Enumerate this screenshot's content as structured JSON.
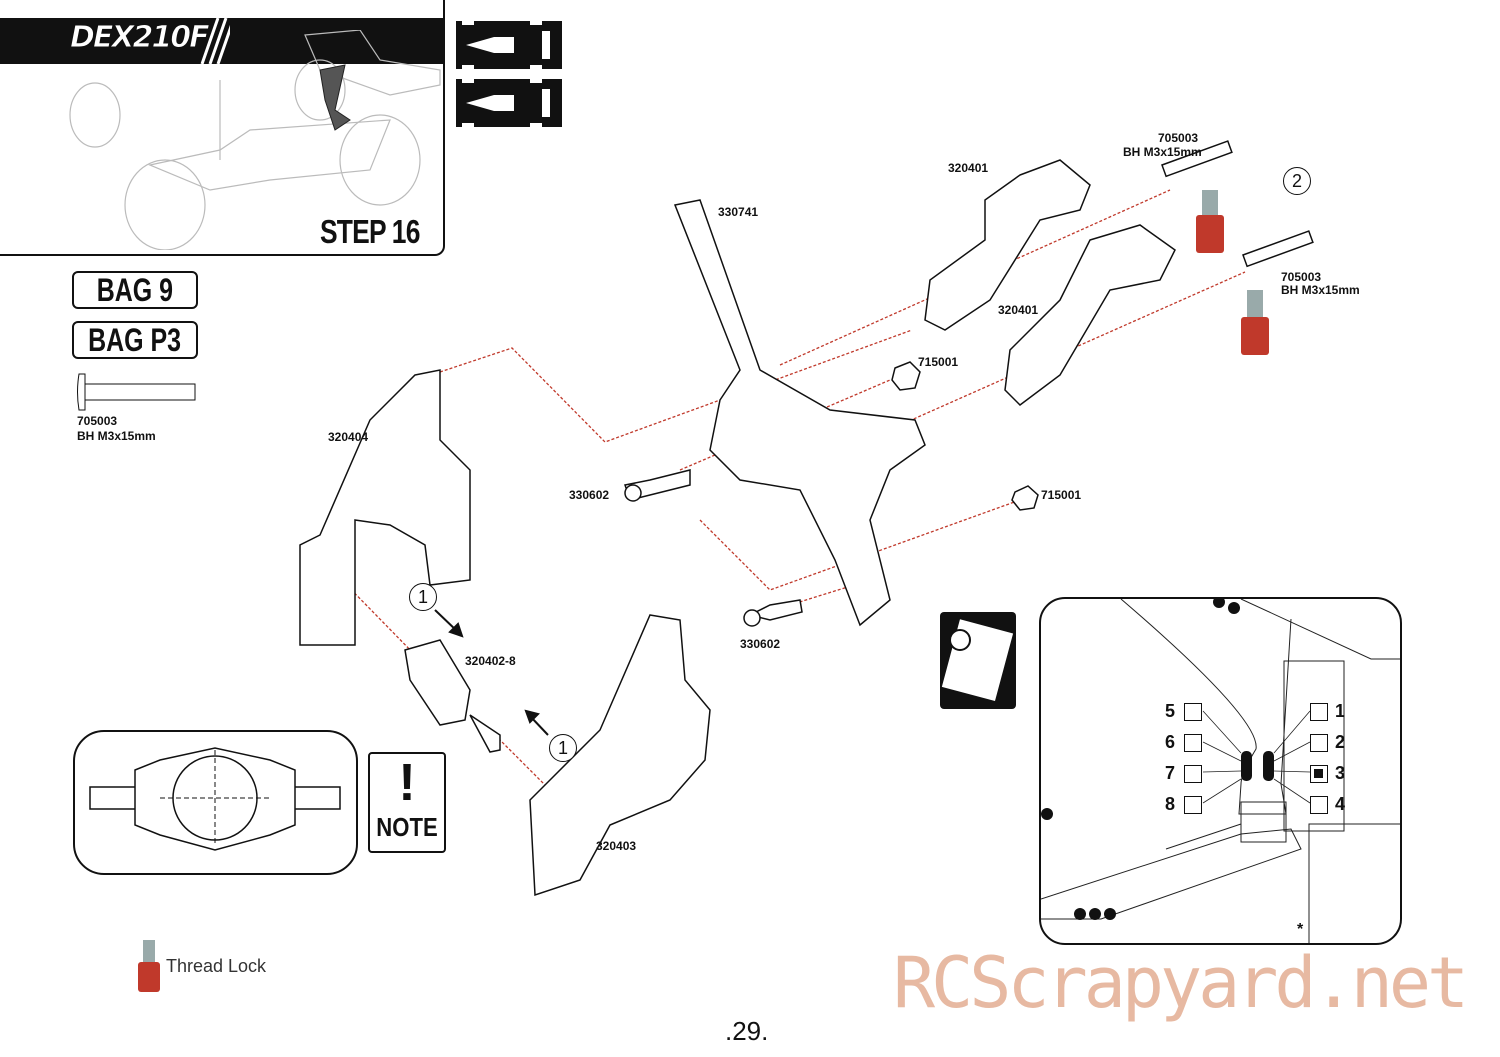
{
  "header": {
    "model_logo": "DEX210F",
    "step": "STEP 16"
  },
  "bags": [
    "BAG 9",
    "BAG P3"
  ],
  "screw_legend": {
    "part": "705003",
    "desc": "BH M3x15mm"
  },
  "parts": {
    "p330741": "330741",
    "p320401_a": "320401",
    "p320401_b": "320401",
    "p705003_a": {
      "part": "705003",
      "desc": "BH M3x15mm"
    },
    "p705003_b": {
      "part": "705003",
      "desc": "BH M3x15mm"
    },
    "p715001_a": "715001",
    "p715001_b": "715001",
    "p320404": "320404",
    "p330602_a": "330602",
    "p330602_b": "330602",
    "p320402": "320402-8",
    "p320403": "320403"
  },
  "callouts": {
    "c1": "1",
    "c2": "2"
  },
  "note": {
    "mark": "!",
    "label": "NOTE"
  },
  "inset": {
    "left_positions": [
      "5",
      "6",
      "7",
      "8"
    ],
    "right_positions": [
      "1",
      "2",
      "3",
      "4"
    ],
    "selected": "3",
    "asterisk": "*"
  },
  "thread_lock": "Thread Lock",
  "page_number": ".29.",
  "watermark": "RCScrapyard.net",
  "colors": {
    "guide_line": "#c0392b",
    "threadlock_red": "#c0392b",
    "watermark": "#e7b9a2"
  }
}
